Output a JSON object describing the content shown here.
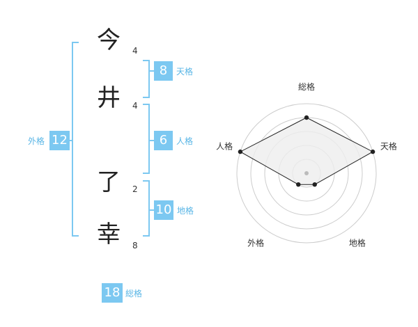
{
  "name": {
    "characters": [
      {
        "char": "今",
        "strokes": "4"
      },
      {
        "char": "井",
        "strokes": "4"
      },
      {
        "char": "了",
        "strokes": "2"
      },
      {
        "char": "幸",
        "strokes": "8"
      }
    ]
  },
  "kaku": {
    "tenkaku": {
      "value": "8",
      "label": "天格"
    },
    "jinkaku": {
      "value": "6",
      "label": "人格"
    },
    "chikaku": {
      "value": "10",
      "label": "地格"
    },
    "gaikaku": {
      "value": "12",
      "label": "外格"
    },
    "soukaku": {
      "value": "18",
      "label": "総格"
    }
  },
  "chart_data": {
    "type": "radar",
    "axes": [
      "総格",
      "天格",
      "地格",
      "外格",
      "人格"
    ],
    "values": [
      4,
      5,
      1,
      1,
      5
    ],
    "range": [
      0,
      5
    ],
    "rings": 5,
    "colors": {
      "fill": "#eeeeee",
      "line": "#222222",
      "grid": "#cccccc",
      "center": "#bbbbbb"
    }
  }
}
